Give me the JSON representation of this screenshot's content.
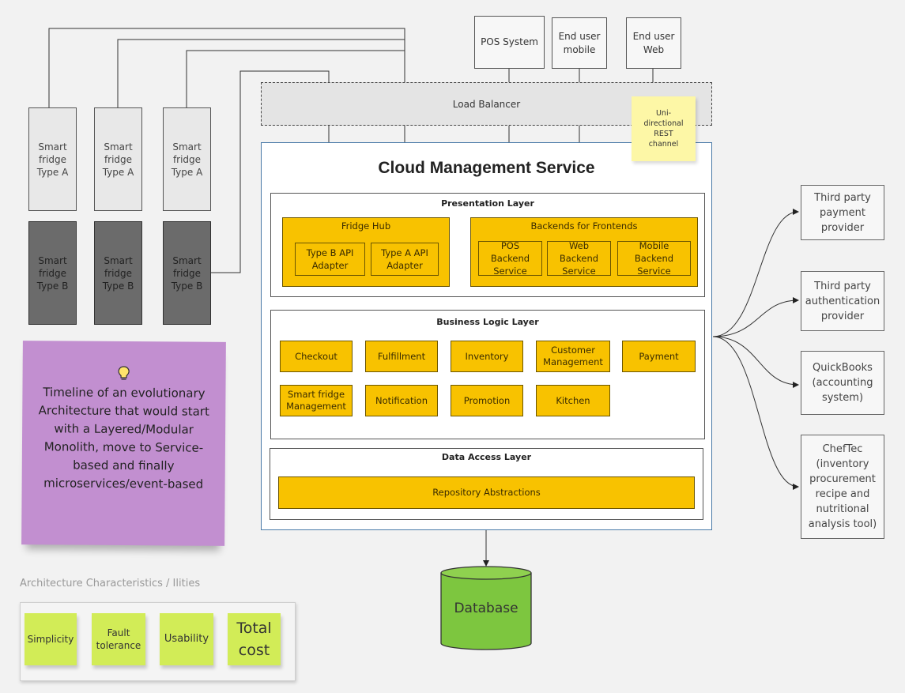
{
  "fridges": {
    "type_a": [
      "Smart fridge Type A",
      "Smart fridge Type A",
      "Smart fridge Type A"
    ],
    "type_b": [
      "Smart fridge Type B",
      "Smart fridge Type B",
      "Smart fridge Type B"
    ]
  },
  "clients": [
    "POS System",
    "End user mobile",
    "End user Web"
  ],
  "load_balancer": "Load Balancer",
  "rest_note": "Uni-directional REST channel",
  "cms": {
    "title": "Cloud Management Service",
    "presentation": {
      "title": "Presentation Layer",
      "fridge_hub": {
        "label": "Fridge Hub",
        "items": [
          "Type B API Adapter",
          "Type A API Adapter"
        ]
      },
      "bff": {
        "label": "Backends for Frontends",
        "items": [
          "POS Backend Service",
          "Web Backend Service",
          "Mobile Backend Service"
        ]
      }
    },
    "business": {
      "title": "Business Logic Layer",
      "items": [
        "Checkout",
        "Fulfillment",
        "Inventory",
        "Customer Management",
        "Payment",
        "Smart fridge Management",
        "Notification",
        "Promotion",
        "Kitchen"
      ]
    },
    "data_access": {
      "title": "Data Access Layer",
      "repo": "Repository Abstractions"
    }
  },
  "database": "Database",
  "external": [
    "Third party payment provider",
    "Third party authentication provider",
    "QuickBooks (accounting system)",
    "ChefTec (inventory procurement recipe and nutritional analysis tool)"
  ],
  "note": {
    "icon": "lightbulb-icon",
    "text": "Timeline of an evolutionary Architecture that would start with a Layered/Modular Monolith, move to Service-based and finally microservices/event-based"
  },
  "ilities": {
    "title": "Architecture Characteristics / Ilities",
    "items": [
      "Simplicity",
      "Fault tolerance",
      "Usability",
      "Total cost"
    ]
  },
  "colors": {
    "gold": "#f8c200",
    "database": "#7dc63f",
    "note": "#c28fd0",
    "sticky": "#d2ec57",
    "rest_note": "#fdf7a6"
  }
}
